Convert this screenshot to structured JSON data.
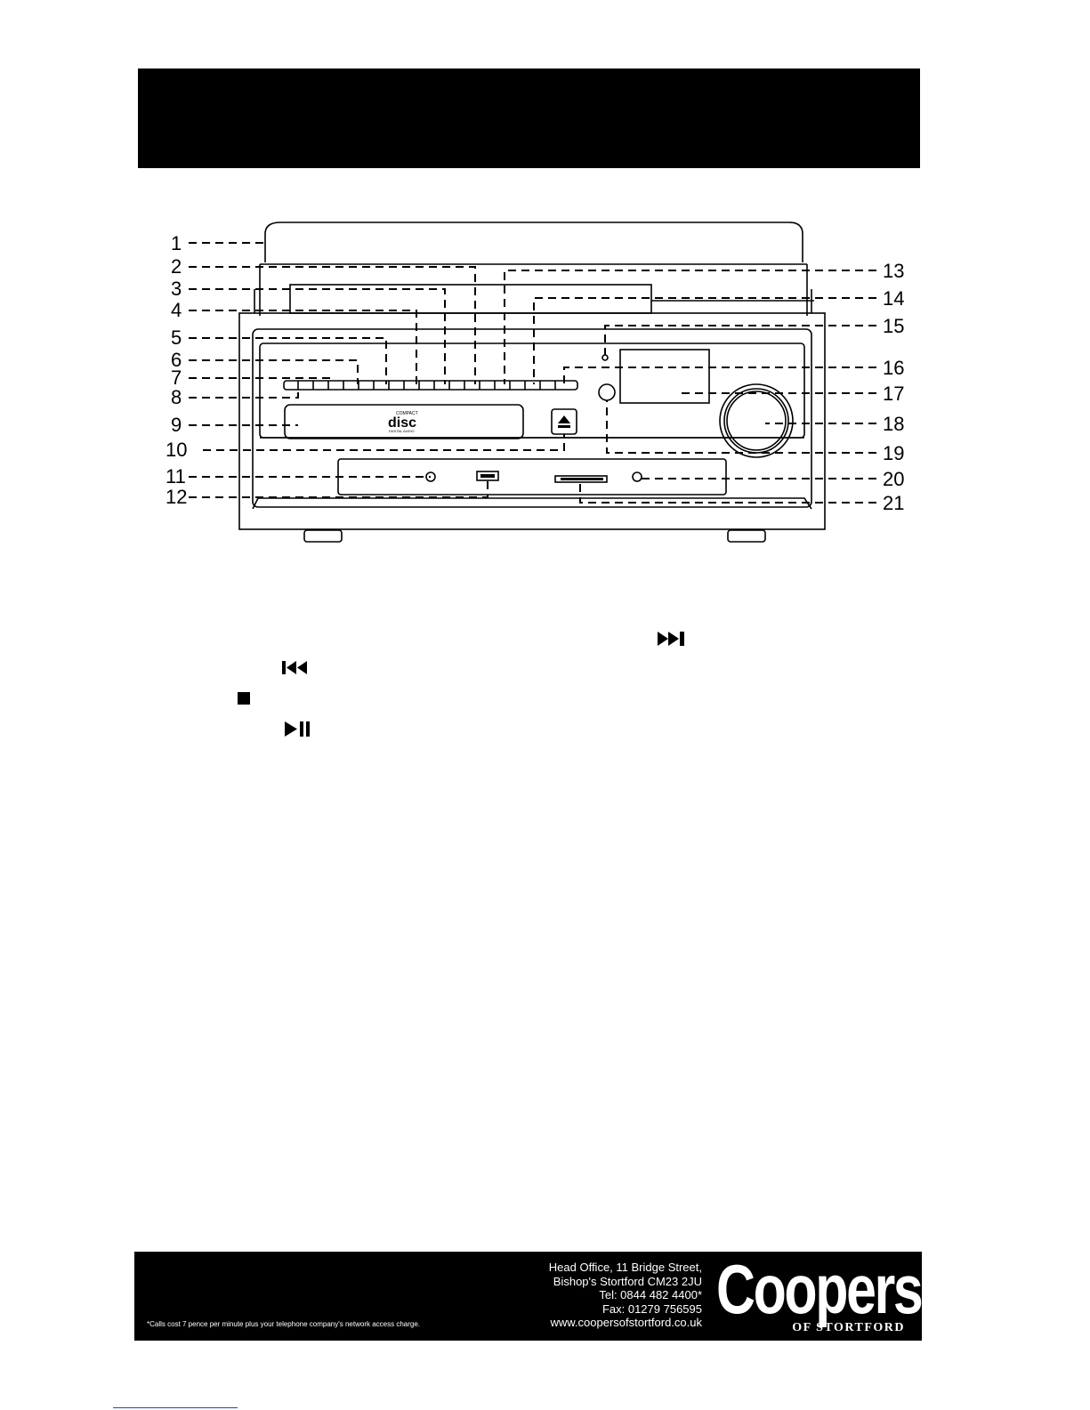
{
  "diagram": {
    "callouts_left": [
      "1",
      "2",
      "3",
      "4",
      "5",
      "6",
      "7",
      "8",
      "9",
      "10",
      "11",
      "12"
    ],
    "callouts_right": [
      "13",
      "14",
      "15",
      "16",
      "17",
      "18",
      "19",
      "20",
      "21"
    ],
    "cd_logo_top": "COMPACT",
    "cd_logo_main": "disc",
    "cd_logo_bottom": "DIGITAL AUDIO"
  },
  "controls": [
    {
      "icon": "skip-forward-icon",
      "glyph": "▶▶❚"
    },
    {
      "icon": "skip-back-icon",
      "glyph": "❚◀◀"
    },
    {
      "icon": "stop-icon",
      "glyph": "■"
    },
    {
      "icon": "play-pause-icon",
      "glyph": "▶❚❚"
    }
  ],
  "footer": {
    "address_lines": [
      "Head Office, 11 Bridge Street,",
      "Bishop's Stortford CM23 2JU",
      "Tel: 0844 482 4400*",
      "Fax: 01279 756595",
      "www.coopersofstortford.co.uk"
    ],
    "brand_name": "Coopers",
    "brand_sub": "OF STORTFORD",
    "call_note": "*Calls cost 7 pence per minute plus your telephone company's network access charge."
  }
}
